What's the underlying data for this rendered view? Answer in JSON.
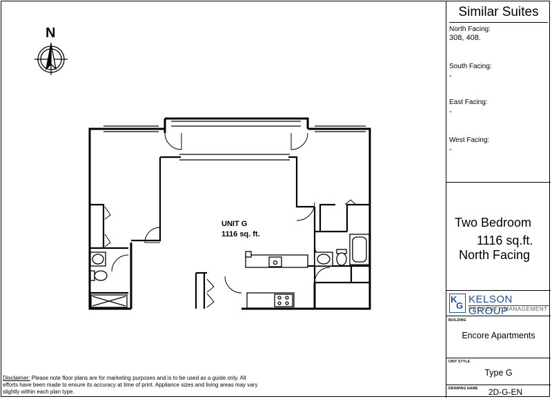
{
  "similar_suites": {
    "title": "Similar Suites",
    "north_label": "North Facing:",
    "north_value": "308, 408.",
    "south_label": "South  Facing:",
    "south_value": "-",
    "east_label": "East Facing:",
    "east_value": "-",
    "west_label": "West Facing:",
    "west_value": "-"
  },
  "plan_info": {
    "type_line": "Two Bedroom",
    "area_line": "1116 sq.ft.",
    "facing_line": "North Facing"
  },
  "logo": {
    "mark_left": "K",
    "mark_right": "G",
    "company": "KELSON GROUP",
    "tagline": "PROPERTY MANAGEMENT"
  },
  "building": {
    "caption": "BUILDING",
    "value": "Encore Apartments"
  },
  "unit_style": {
    "caption": "UNIT STYLE",
    "value": "Type G"
  },
  "drawing": {
    "caption": "DRAWING NAME",
    "value": "2D-G-EN"
  },
  "compass": {
    "letter": "N"
  },
  "floor_plan": {
    "unit_name": "UNIT G",
    "unit_area": "1116 sq. ft."
  },
  "disclaimer": {
    "heading": "Disclaimer:",
    "text": " Please note floor plans are for marketing purposes and is to be used as a guide only. All efforts have been made to ensure its accuracy at time of print. Appliance sizes and living areas may vary slightly within each plan type."
  }
}
